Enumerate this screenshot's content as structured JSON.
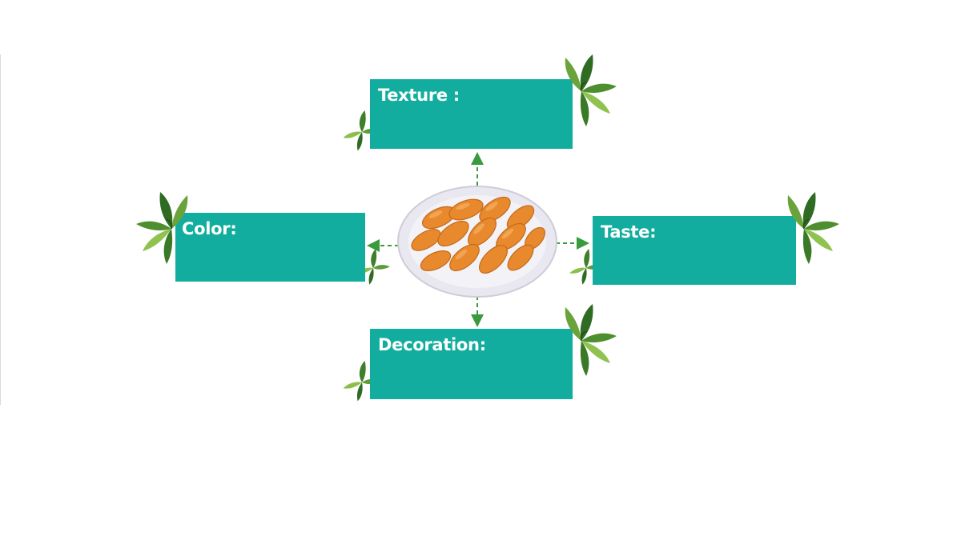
{
  "diagram": {
    "center": {
      "icon": "plate-of-fried-dumplings-icon"
    },
    "nodes": [
      {
        "id": "texture",
        "label": "Texture :"
      },
      {
        "id": "color",
        "label": "Color:"
      },
      {
        "id": "taste",
        "label": "Taste:"
      },
      {
        "id": "decoration",
        "label": "Decoration:"
      }
    ],
    "connector_style": "dashed-arrow",
    "decoration_icon": "leaf-sprig-icon"
  },
  "colors": {
    "box": "#12ad9e",
    "box_text": "#ffffff",
    "arrow": "#3a9a3e",
    "plate": "#e9e7ef",
    "food": "#e7892c"
  }
}
